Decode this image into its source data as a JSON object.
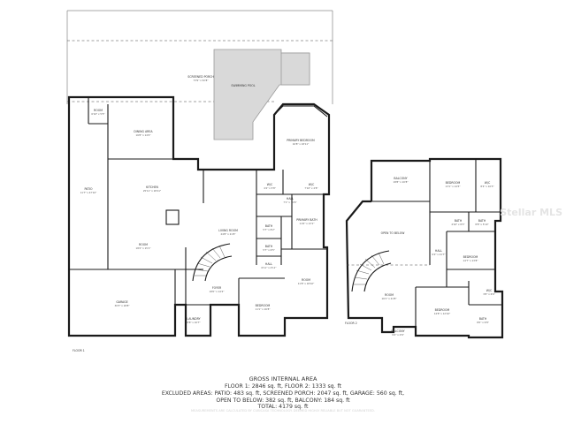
{
  "floors": [
    {
      "id": "floor1",
      "label": "FLOOR 1"
    },
    {
      "id": "floor2",
      "label": "FLOOR 2"
    }
  ],
  "rooms": {
    "screened_porch": {
      "name": "SCREENED PORCH",
      "dims": "73'9\" x 52'8\""
    },
    "swimming_pool": {
      "name": "SWIMMING POOL",
      "dims": ""
    },
    "room_small": {
      "name": "ROOM",
      "dims": "6'10\" x 5'5\""
    },
    "dining_area": {
      "name": "DINING AREA",
      "dims": "16'8\" x 14'0\""
    },
    "patio": {
      "name": "PATIO",
      "dims": "11'7\" x 47'10\""
    },
    "kitchen": {
      "name": "KITCHEN",
      "dims": "25'11\" x 18'11\""
    },
    "room_family": {
      "name": "ROOM",
      "dims": "18'2\" x 15'1\""
    },
    "living_room": {
      "name": "LIVING ROOM",
      "dims": "24'8\" x 21'8\""
    },
    "primary_bedroom": {
      "name": "PRIMARY BEDROOM",
      "dims": "16'8\" x 18'11\""
    },
    "wic1": {
      "name": "W/C",
      "dims": "4'4\" x 5'8\""
    },
    "wic2": {
      "name": "W/C",
      "dims": "7'10\" x 4'8\""
    },
    "hall1": {
      "name": "HALL",
      "dims": "7'1\" x 11'6\""
    },
    "primary_bath": {
      "name": "PRIMARY BATH",
      "dims": "11'6\" x 13'1\""
    },
    "bath1": {
      "name": "BATH",
      "dims": "5'7\" x 8'2\""
    },
    "bath2": {
      "name": "BATH",
      "dims": "5'7\" x 6'5\""
    },
    "hall2": {
      "name": "HALL",
      "dims": "6'11\" x 4'11\""
    },
    "room_office": {
      "name": "ROOM",
      "dims": "11'8\" x 18'10\""
    },
    "foyer": {
      "name": "FOYER",
      "dims": "18'0\" x 14'2\""
    },
    "bedroom1": {
      "name": "BEDROOM",
      "dims": "11'1\" x 16'8\""
    },
    "garage": {
      "name": "GARAGE",
      "dims": "30'3\" x 18'8\""
    },
    "laundry": {
      "name": "LAUNDRY",
      "dims": "8'8\" x 10'7\""
    },
    "balcony_top": {
      "name": "BALCONY",
      "dims": "18'8\" x 10'8\""
    },
    "bedroom2": {
      "name": "BEDROOM",
      "dims": "13'1\" x 14'5\""
    },
    "wic3": {
      "name": "W/C",
      "dims": "8'4\" x 10'3\""
    },
    "open_to_below": {
      "name": "OPEN TO BELOW",
      "dims": ""
    },
    "bath3": {
      "name": "BATH",
      "dims": "4'10\" x 8'3\""
    },
    "bath4": {
      "name": "BATH",
      "dims": "8'8\" x 5'10\""
    },
    "hall3": {
      "name": "HALL",
      "dims": "9'2\" x 21'7\""
    },
    "bedroom3": {
      "name": "BEDROOM",
      "dims": "14'7\" x 13'8\""
    },
    "room_loft": {
      "name": "ROOM",
      "dims": "16'1\" x 21'8\""
    },
    "wic4": {
      "name": "W/C",
      "dims": "3'8\" x 6'6\""
    },
    "bedroom4": {
      "name": "BEDROOM",
      "dims": "14'8\" x 12'10\""
    },
    "bath5": {
      "name": "BATH",
      "dims": "8'0\" x 9'8\""
    },
    "balcony_bottom": {
      "name": "BALCONY",
      "dims": "9'4\" x 2'6\""
    }
  },
  "summary": {
    "title": "GROSS INTERNAL AREA",
    "line1": "FLOOR 1: 2846 sq. ft, FLOOR 2: 1333 sq. ft",
    "line2": "EXCLUDED AREAS: PATIO: 483 sq. ft, SCREENED PORCH: 2047 sq. ft, GARAGE: 560 sq. ft,",
    "line3": "OPEN TO BELOW: 382 sq. ft, BALCONY: 184 sq. ft",
    "line4": "TOTAL: 4179 sq. ft",
    "disclaimer": "MEASUREMENTS ARE CALCULATED BY CUBICASA TECHNOLOGY. DEEMED HIGHLY RELIABLE BUT NOT GUARANTEED."
  },
  "watermark": "Stellar MLS",
  "colors": {
    "wall": "#1a1a1a",
    "pool": "#d9d9d9",
    "text": "#333333",
    "watermark": "#e4e4e4"
  }
}
